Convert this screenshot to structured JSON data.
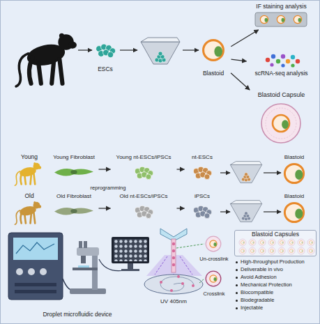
{
  "diagram": {
    "nodes": [
      {
        "text": [
          "ESCs"
        ]
      },
      {
        "text": [
          "Blastoid"
        ]
      },
      {
        "text": [
          "IF staining analysis"
        ]
      },
      {
        "text": [
          "scRNA-seq analysis"
        ]
      },
      {
        "text": [
          "Blastoid Capsule"
        ]
      },
      {
        "text": [
          "Young"
        ]
      },
      {
        "text": [
          "Young Fibroblast"
        ]
      },
      {
        "text": [
          "Young nt-ESCs/iPSCs"
        ]
      },
      {
        "text": [
          "nt-ESCs"
        ]
      },
      {
        "text": [
          "Blastoid"
        ]
      },
      {
        "text": [
          "Old"
        ]
      },
      {
        "text": [
          "Old Fibroblast"
        ]
      },
      {
        "text": [
          "Old nt-ESCs/iPSCs"
        ]
      },
      {
        "text": [
          "iPSCs"
        ]
      },
      {
        "text": [
          "Blastoid"
        ]
      },
      {
        "text": [
          "Droplet microfluidic device"
        ]
      },
      {
        "text": [
          "Un-crosslink"
        ]
      },
      {
        "text": [
          "Crosslink"
        ]
      },
      {
        "text": [
          "Blastoid Capsules"
        ]
      }
    ],
    "edges": [
      {
        "from": 1,
        "to": 2,
        "arrow": "to"
      },
      {
        "from": 1,
        "to": 3,
        "arrow": "to"
      },
      {
        "from": 1,
        "to": 4,
        "arrow": "to"
      },
      {
        "from": 6,
        "to": 7,
        "arrow": "to"
      },
      {
        "from": 7,
        "to": 8,
        "arrow": "to"
      },
      {
        "from": 11,
        "to": 12,
        "arrow": "to"
      },
      {
        "from": 12,
        "to": 13,
        "arrow": "to"
      }
    ],
    "labels": [
      "reprogramming",
      "UV 405nm",
      "High-throughput Production",
      "Deliverable in vivo",
      "Avoid Adhesion",
      "Mechanical Protection",
      "Biocompatible",
      "Biodegradable",
      "Injectable"
    ]
  }
}
